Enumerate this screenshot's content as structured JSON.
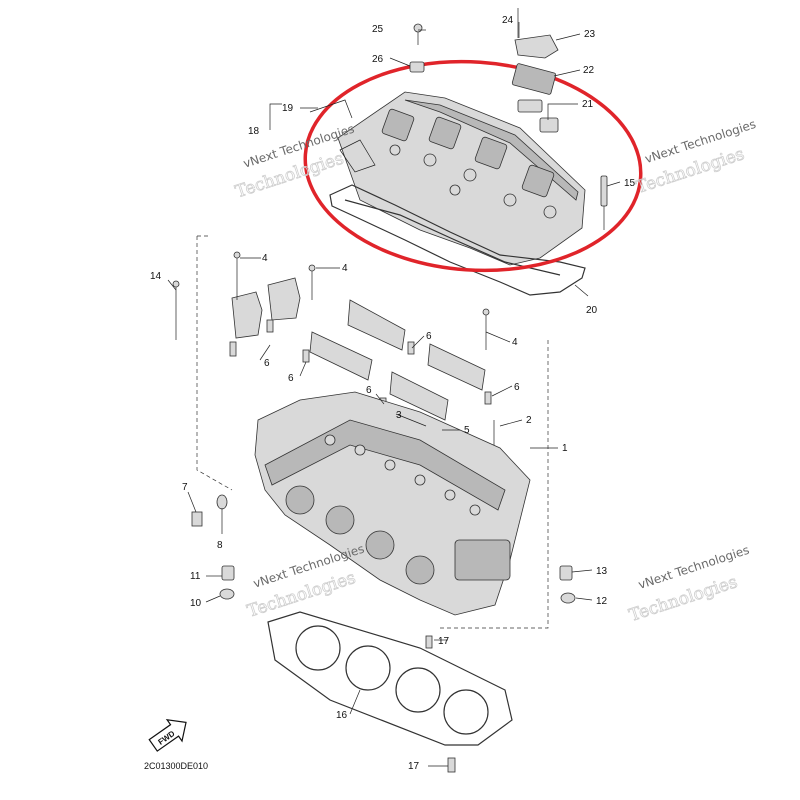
{
  "diagram": {
    "part_code": "2C01300DE010",
    "fwd_badge": "FWD",
    "watermarks": [
      {
        "line1": "vNext Technologies",
        "line2": "Technologies"
      },
      {
        "line1": "vNext Technologies",
        "line2": "Technologies"
      },
      {
        "line1": "vNext Technologies",
        "line2": "Technologies"
      },
      {
        "line1": "vNext Technologies",
        "line2": "Technologies"
      }
    ],
    "callouts": [
      "1",
      "2",
      "3",
      "4",
      "4",
      "4",
      "5",
      "6",
      "6",
      "6",
      "6",
      "6",
      "7",
      "8",
      "10",
      "11",
      "12",
      "13",
      "14",
      "15",
      "16",
      "17",
      "17",
      "18",
      "19",
      "20",
      "21",
      "22",
      "23",
      "24",
      "25",
      "26"
    ],
    "highlight_color": "#e0242a"
  }
}
